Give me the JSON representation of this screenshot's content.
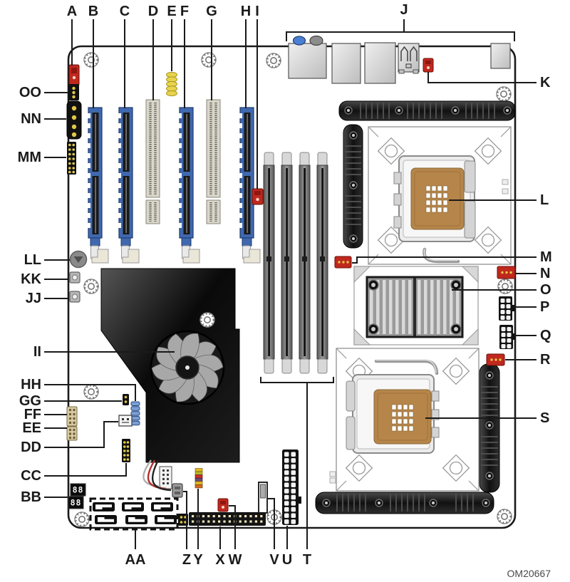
{
  "figure": {
    "type": "motherboard-component-location-diagram",
    "part_number": "OM20667"
  },
  "callouts": {
    "A": "A",
    "B": "B",
    "C": "C",
    "D": "D",
    "E": "E",
    "F": "F",
    "G": "G",
    "H": "H",
    "I": "I",
    "J": "J",
    "K": "K",
    "L": "L",
    "M": "M",
    "N": "N",
    "O": "O",
    "P": "P",
    "Q": "Q",
    "R": "R",
    "S": "S",
    "T": "T",
    "U": "U",
    "V": "V",
    "W": "W",
    "X": "X",
    "Y": "Y",
    "Z": "Z",
    "AA": "AA",
    "BB": "BB",
    "CC": "CC",
    "DD": "DD",
    "EE": "EE",
    "FF": "FF",
    "GG": "GG",
    "HH": "HH",
    "II": "II",
    "JJ": "JJ",
    "KK": "KK",
    "LL": "LL",
    "MM": "MM",
    "NN": "NN",
    "OO": "OO"
  },
  "displays": {
    "bb_top": "88",
    "bb_bottom": "88"
  },
  "colors": {
    "board_outline": "#1a1a1a",
    "pcie_slot_blue": "#3f68ae",
    "pci_slot_beige": "#d9d6cb",
    "socket_pad_brown": "#b5854a",
    "connector_red": "#c0281e",
    "jumper_yellow": "#e8d34c",
    "heatsink_black": "#141414",
    "metal_gray": "#d9d9d9",
    "pin_yellow": "#e0c84a"
  }
}
